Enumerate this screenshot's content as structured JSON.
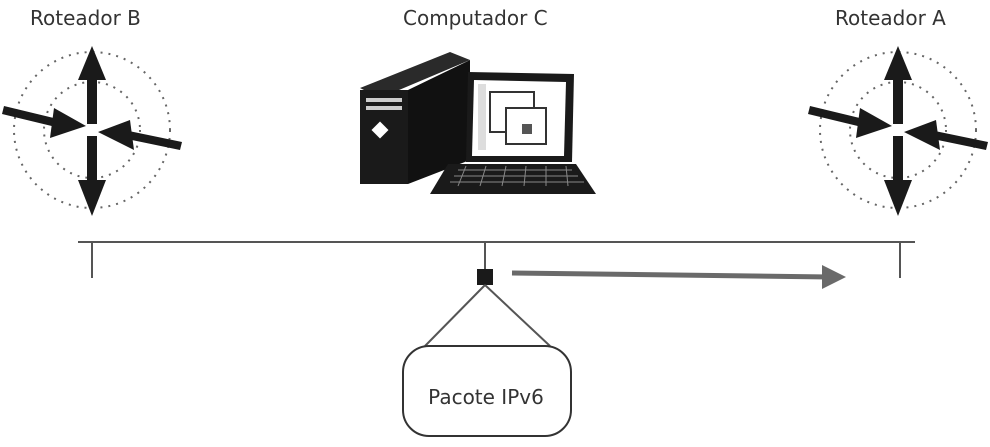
{
  "nodes": {
    "router_b": {
      "label": "Roteador B"
    },
    "computer_c": {
      "label": "Computador C"
    },
    "router_a": {
      "label": "Roteador A"
    },
    "packet": {
      "label": "Pacote IPv6"
    }
  },
  "colors": {
    "line": "#555555",
    "icon": "#1a1a1a",
    "arrow": "#6a6a6a",
    "text": "#333333"
  }
}
